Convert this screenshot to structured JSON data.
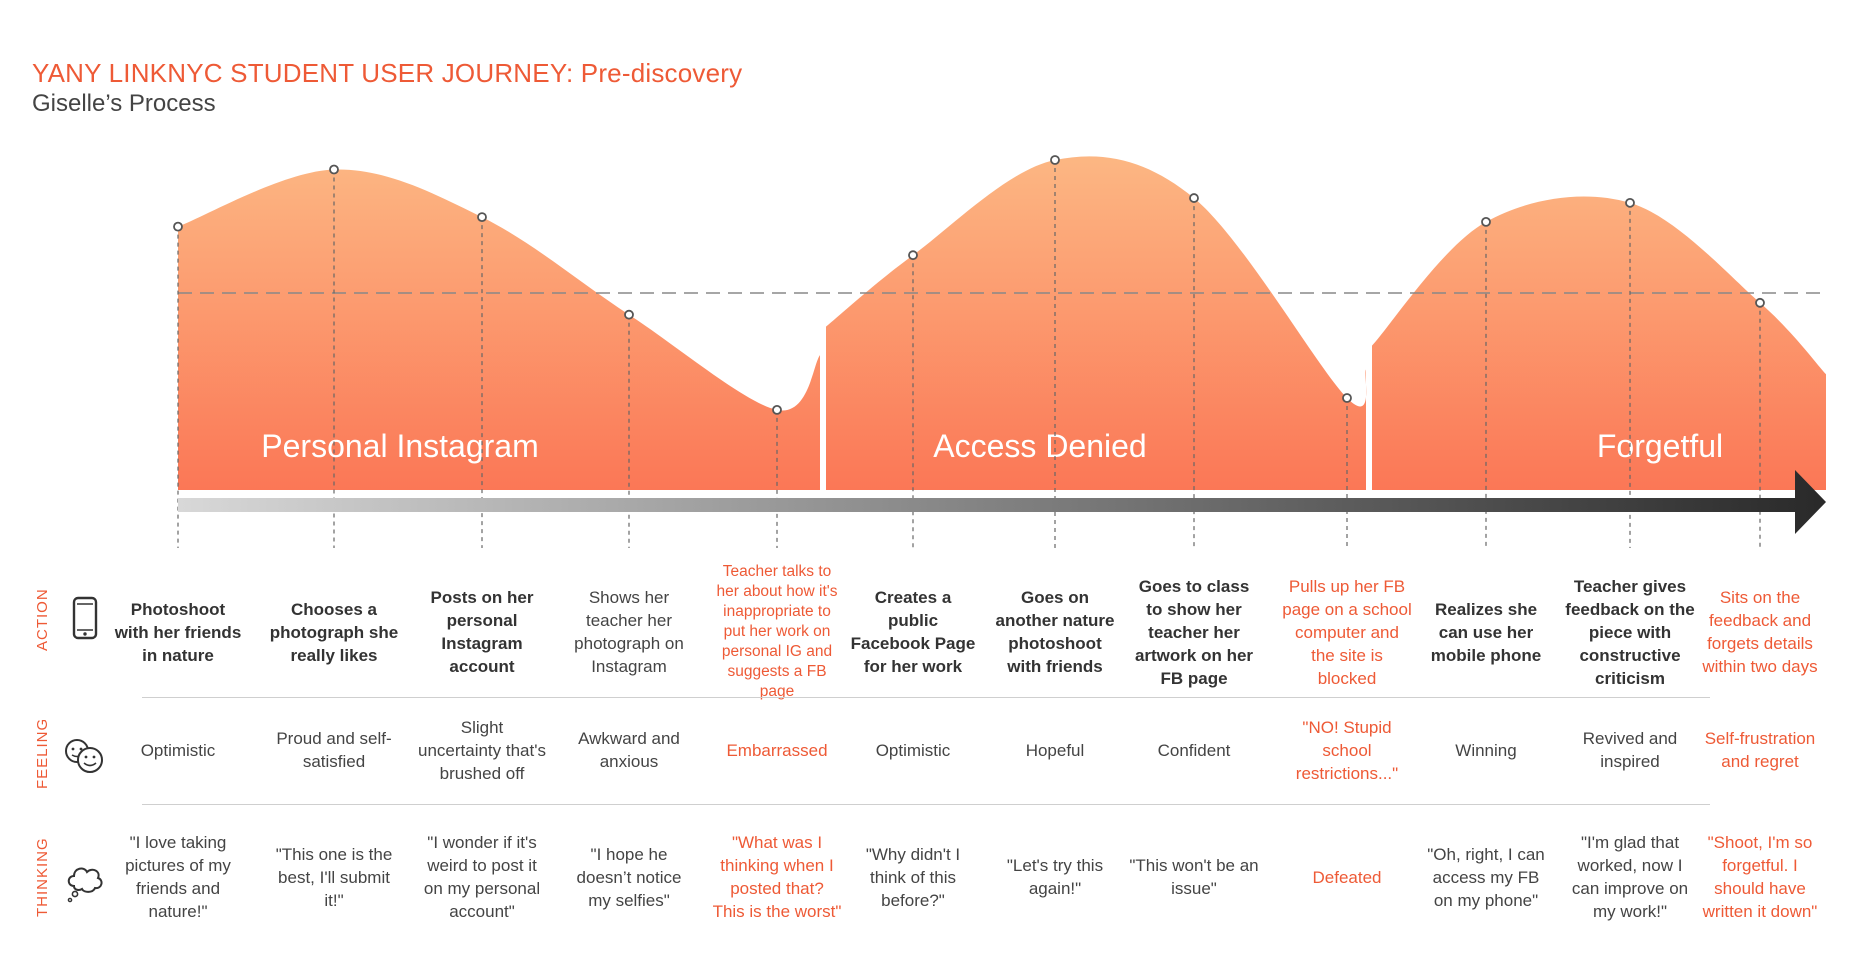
{
  "header": {
    "title": "YANY LINKNYC STUDENT USER JOURNEY: Pre-discovery",
    "subtitle": "Giselle’s Process"
  },
  "colors": {
    "accent": "#ee5a36",
    "curve_top": "#fcb884",
    "curve_bottom": "#fb7756",
    "text": "#444444"
  },
  "phases": [
    {
      "label": "Personal Instagram"
    },
    {
      "label": "Access Denied"
    },
    {
      "label": "Forgetful"
    }
  ],
  "rows": {
    "action": "ACTION",
    "feeling": "FEELING",
    "thinking": "THINKING"
  },
  "row_icons": {
    "action": "mobile-phone-icon",
    "feeling": "faces-icon",
    "thinking": "thought-bubble-icon"
  },
  "chart_data": {
    "type": "line",
    "emotion_levels": [
      0.72,
      0.96,
      0.76,
      0.35,
      -0.05,
      0.6,
      1.0,
      0.84,
      0.0,
      0.74,
      0.82,
      0.4
    ]
  },
  "steps": [
    {
      "action": "Photoshoot with her friends in nature",
      "feeling": "Optimistic",
      "thinking": "\"I love taking pictures of my friends and nature!\"",
      "style": "bold"
    },
    {
      "action": "Chooses a photograph she really likes",
      "feeling": "Proud and self-satisfied",
      "thinking": "\"This one is the best, I'll submit it!\"",
      "style": "bold"
    },
    {
      "action": "Posts on her personal Instagram account",
      "feeling": "Slight uncertainty that's brushed off",
      "thinking": "\"I wonder if it's weird to post it on my personal account\"",
      "style": "bold"
    },
    {
      "action": "Shows her teacher her photograph on Instagram",
      "feeling": "Awkward and anxious",
      "thinking": "\"I hope he doesn’t notice my selfies\"",
      "style": "normal"
    },
    {
      "action": "Teacher talks to her about how it's inappropriate to put her work on personal IG and suggests a FB page",
      "feeling": "Embarrassed",
      "thinking": "\"What was I thinking when I posted that? This is the worst\"",
      "style": "red"
    },
    {
      "action": "Creates a public Facebook Page for her work",
      "feeling": "Optimistic",
      "thinking": "\"Why didn't I think of this before?\"",
      "style": "bold"
    },
    {
      "action": "Goes on another nature photoshoot with friends",
      "feeling": "Hopeful",
      "thinking": "\"Let's try this again!\"",
      "style": "bold"
    },
    {
      "action": "Goes to class to show her teacher her artwork on her FB page",
      "feeling": "Confident",
      "thinking": "\"This won't be an issue\"",
      "style": "bold"
    },
    {
      "action": "Pulls up her FB page on a school computer and the site is blocked",
      "feeling": "\"NO! Stupid school restrictions...\"",
      "thinking": "Defeated",
      "style": "red"
    },
    {
      "action": "Realizes she can use her mobile phone",
      "feeling": "Winning",
      "thinking": "\"Oh, right, I can access my FB on my phone\"",
      "style": "bold"
    },
    {
      "action": "Teacher gives feedback on the piece with constructive criticism",
      "feeling": "Revived and inspired",
      "thinking": "\"I'm glad that worked, now I can improve on my work!\"",
      "style": "bold"
    },
    {
      "action": "Sits on the feedback and forgets details within two days",
      "feeling": "Self-frustration and regret",
      "thinking": "\"Shoot, I'm so forgetful. I should have written it down\"",
      "style": "red"
    }
  ]
}
